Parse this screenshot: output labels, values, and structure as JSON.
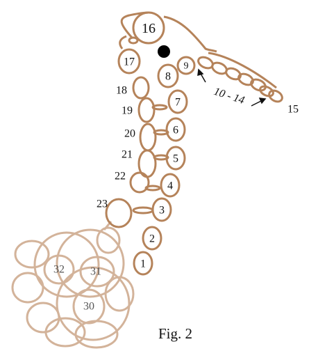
{
  "colors": {
    "dark": "#b5835a",
    "light": "#d3b39a",
    "bead": "#000000"
  },
  "labels": {
    "n1": "1",
    "n2": "2",
    "n3": "3",
    "n4": "4",
    "n5": "5",
    "n6": "6",
    "n7": "7",
    "n8": "8",
    "n9": "9",
    "range": "10 - 14",
    "n15": "15",
    "n16": "16",
    "n17": "17",
    "n18": "18",
    "n19": "19",
    "n20": "20",
    "n21": "21",
    "n22": "22",
    "n23": "23",
    "n30": "30",
    "n31": "31",
    "n32": "32"
  },
  "caption": "Fig. 2"
}
